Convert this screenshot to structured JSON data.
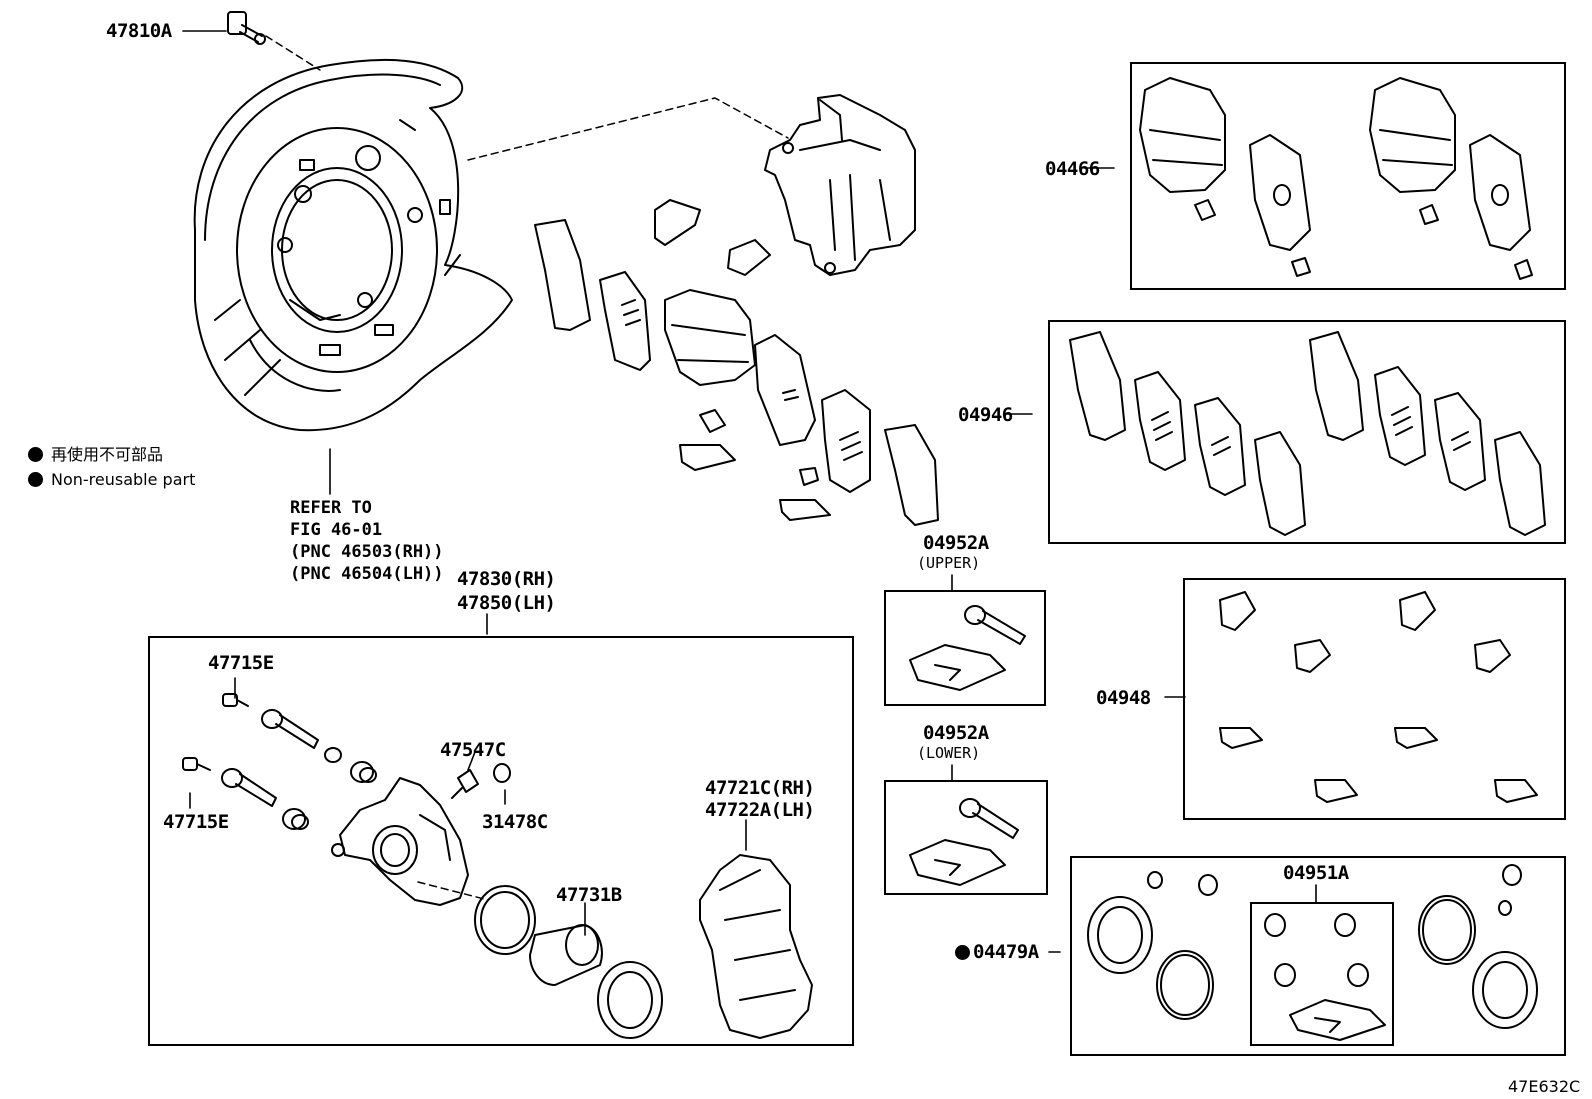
{
  "legend": {
    "jp": "再使用不可部品",
    "en": "Non-reusable part"
  },
  "refer": {
    "line1": "REFER TO",
    "line2": "FIG 46-01",
    "line3": "(PNC 46503(RH))",
    "line4": "(PNC 46504(LH))"
  },
  "labels": {
    "p47810A": "47810A",
    "p47830RH": "47830(RH)",
    "p47850LH": "47850(LH)",
    "p47715E_a": "47715E",
    "p47715E_b": "47715E",
    "p47547C": "47547C",
    "p31478C": "31478C",
    "p47721C": "47721C(RH)",
    "p47722A": "47722A(LH)",
    "p47731B": "47731B",
    "p04466": "04466",
    "p04946": "04946",
    "p04948": "04948",
    "p04952A_u": "04952A",
    "upper": "(UPPER)",
    "p04952A_l": "04952A",
    "lower": "(LOWER)",
    "p04951A": "04951A",
    "p04479A": "04479A"
  },
  "figure_code": "47E632C"
}
